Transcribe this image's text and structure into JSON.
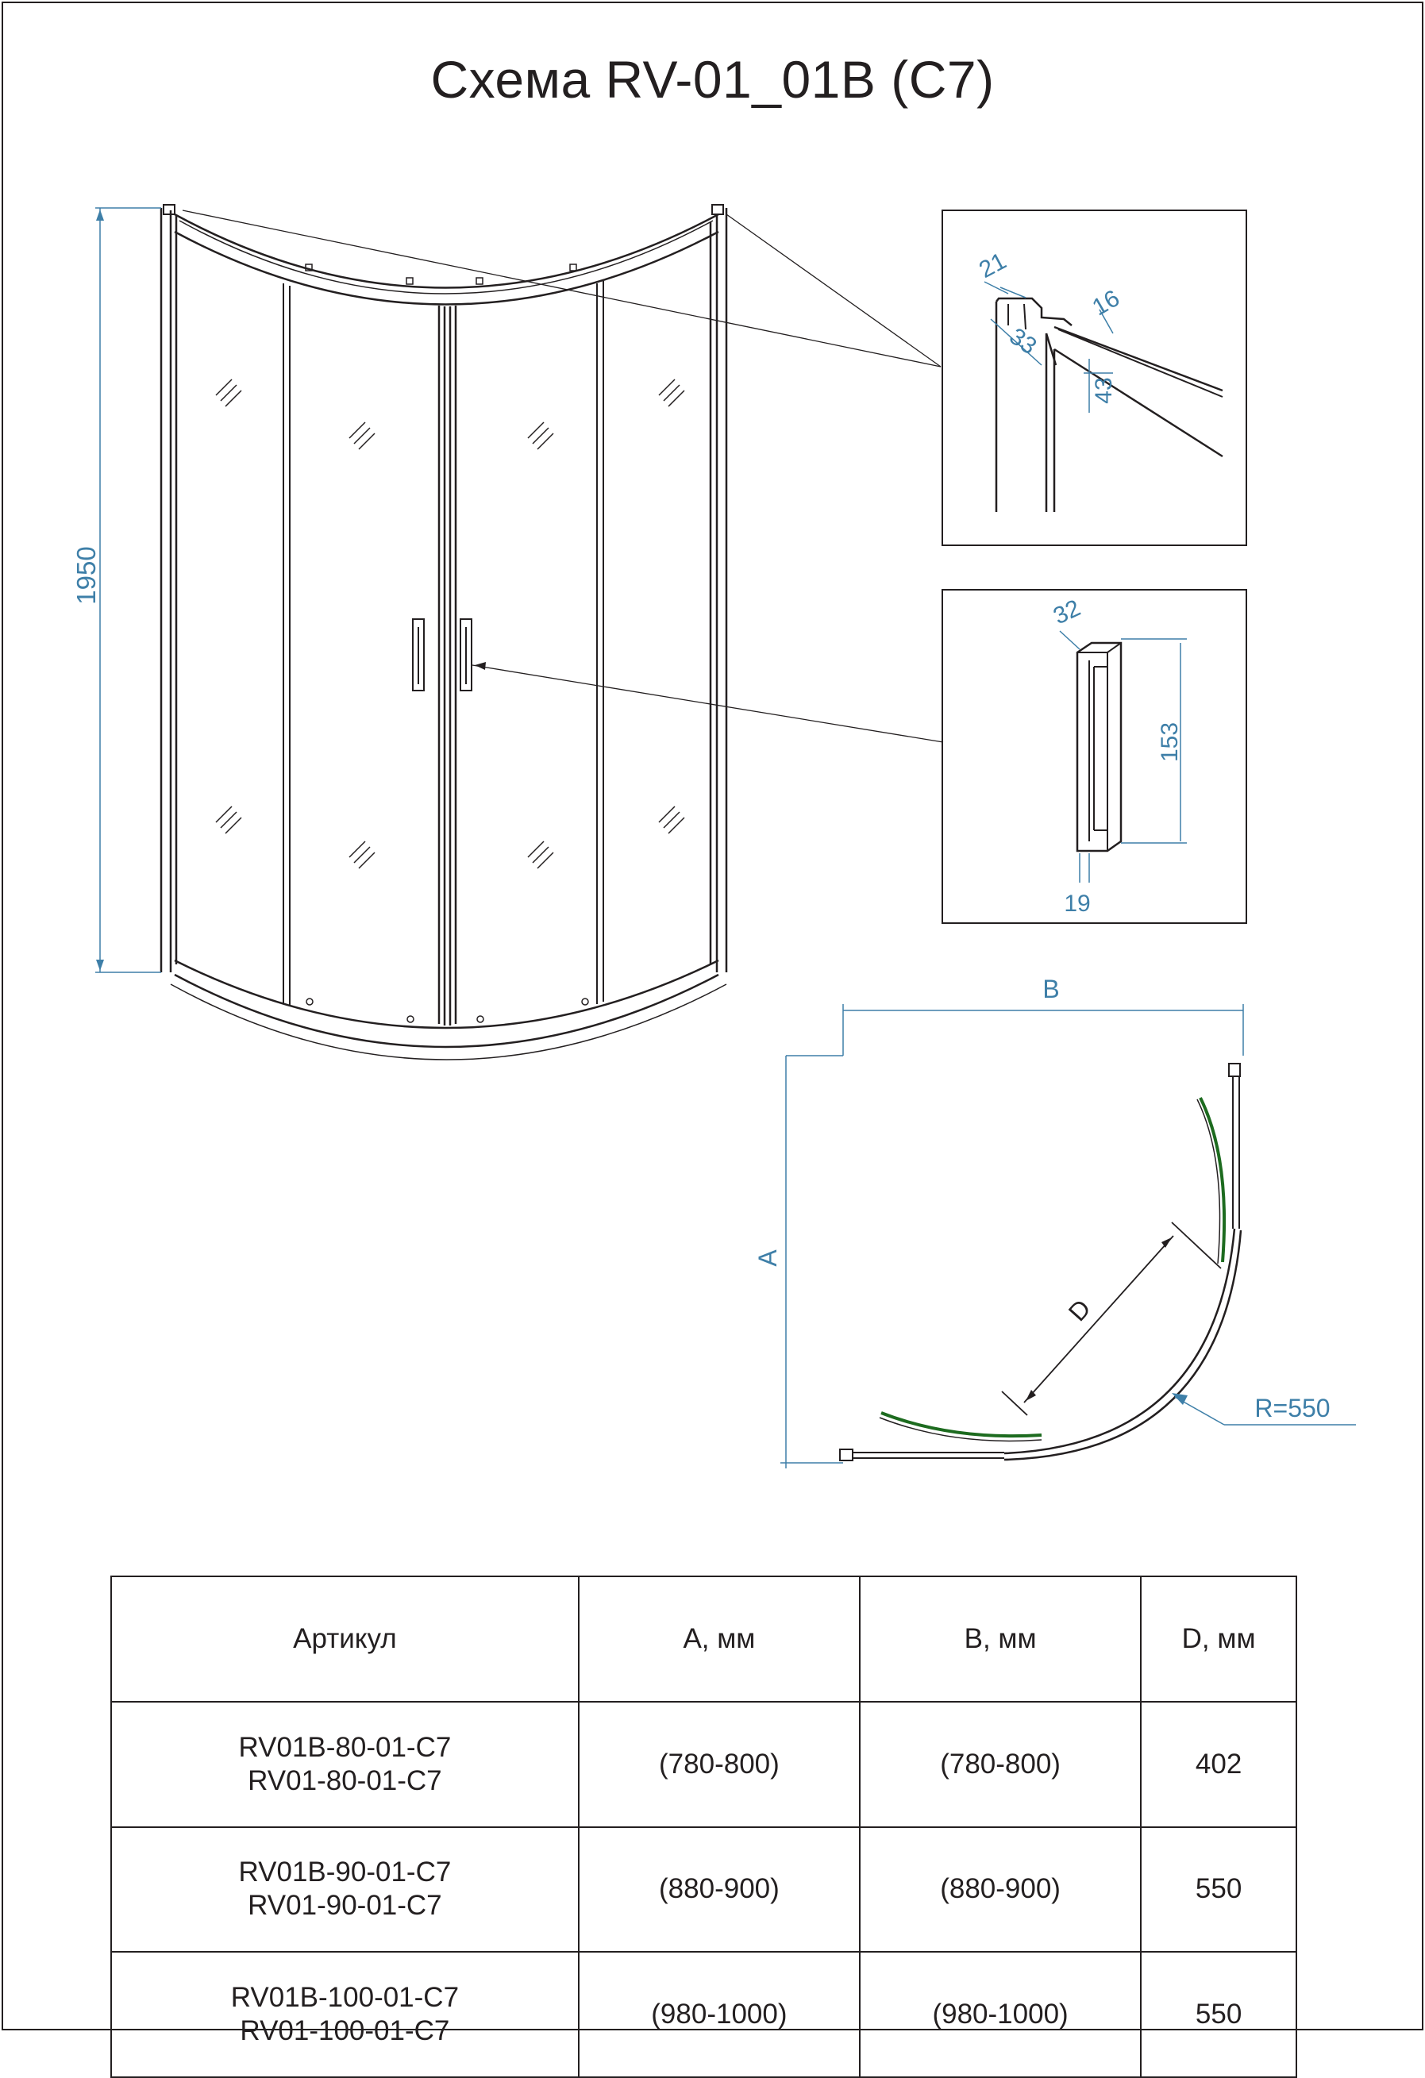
{
  "title": "Схема RV-01_01B (C7)",
  "dimensions": {
    "height": "1950",
    "profile_width_1": "21",
    "profile_width_2": "33",
    "top_rail_1": "16",
    "top_rail_2": "43",
    "handle_width": "32",
    "handle_length": "153",
    "handle_depth": "19",
    "plan_b": "B",
    "plan_a": "A",
    "plan_d": "D",
    "radius": "R=550"
  },
  "table": {
    "headers": [
      "Артикул",
      "A, мм",
      "B, мм",
      "D, мм"
    ],
    "rows": [
      {
        "article": [
          "RV01B-80-01-C7",
          "RV01-80-01-C7"
        ],
        "a": "(780-800)",
        "b": "(780-800)",
        "d": "402"
      },
      {
        "article": [
          "RV01B-90-01-C7",
          "RV01-90-01-C7"
        ],
        "a": "(880-900)",
        "b": "(880-900)",
        "d": "550"
      },
      {
        "article": [
          "RV01B-100-01-C7",
          "RV01-100-01-C7"
        ],
        "a": "(980-1000)",
        "b": "(980-1000)",
        "d": "550"
      }
    ]
  },
  "colors": {
    "dimension": "#3e7fa8",
    "line": "#231f20",
    "glass_edge": "#1d6b1f"
  }
}
